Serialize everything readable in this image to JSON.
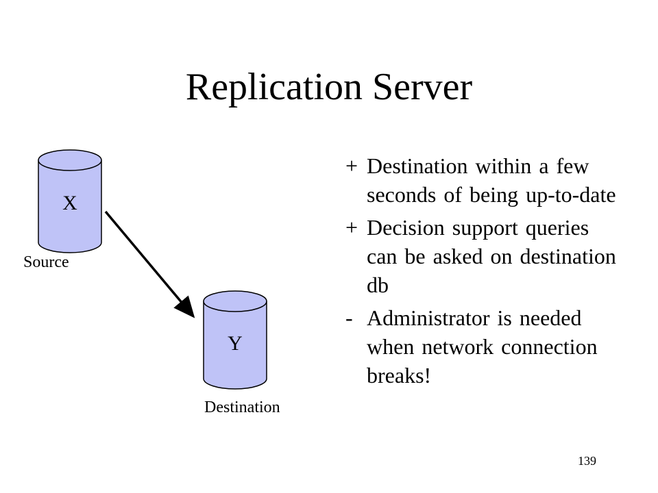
{
  "slide": {
    "title": "Replication Server",
    "page_number": "139"
  },
  "diagram": {
    "source_db": {
      "label": "X",
      "caption": "Source"
    },
    "destination_db": {
      "label": "Y",
      "caption": "Destination"
    },
    "db_fill_color": "#bfc3f7",
    "db_stroke_color": "#000000",
    "arrow_color": "#000000"
  },
  "bullets": [
    {
      "marker": "+",
      "text": "Destination within a few seconds of being up-to-date"
    },
    {
      "marker": "+",
      "text": "Decision support queries can be asked on destination db"
    },
    {
      "marker": "-",
      "text": "Administrator is needed when network connection breaks!"
    }
  ]
}
